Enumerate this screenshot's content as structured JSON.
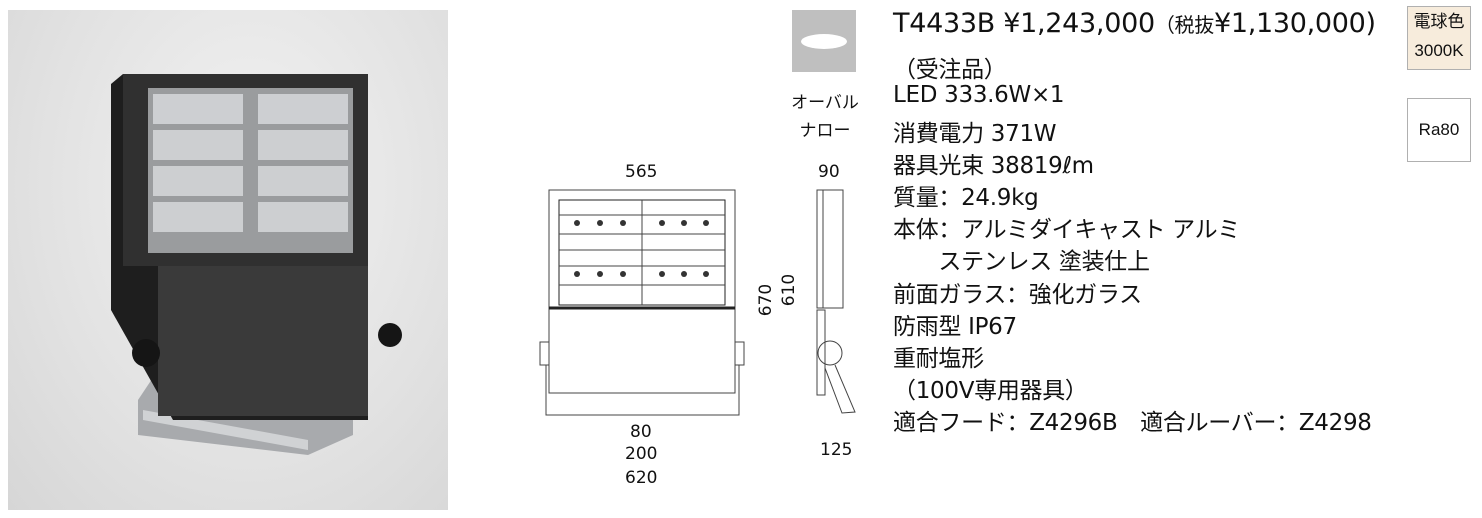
{
  "product": {
    "model": "T4433B",
    "price": "¥1,243,000",
    "tax_excl_prefix": "（税抜",
    "tax_excl_price": "¥1,130,000)",
    "order_note": "（受注品）"
  },
  "beam": {
    "line1": "オーバル",
    "line2": "ナロー"
  },
  "specs": [
    "LED 333.6W×1",
    "消費電力 371W",
    "器具光束 38819ℓm",
    "質量：24.9kg",
    "本体：アルミダイキャスト アルミ",
    "　　ステンレス 塗装仕上",
    "前面ガラス：強化ガラス",
    "防雨型 IP67",
    "重耐塩形",
    "（100V専用器具）",
    "適合フード：Z4296B　適合ルーバー：Z4298"
  ],
  "badges": {
    "color_line1": "電球色",
    "color_line2": "3000K",
    "cri": "Ra80"
  },
  "dimensions": {
    "width": "565",
    "depth": "90",
    "height_total": "670",
    "height_body": "610",
    "d80": "80",
    "d200": "200",
    "d620": "620",
    "d125": "125"
  },
  "colors": {
    "badge_bg": "#f7ecdc",
    "housing": "#2e2e2e"
  }
}
